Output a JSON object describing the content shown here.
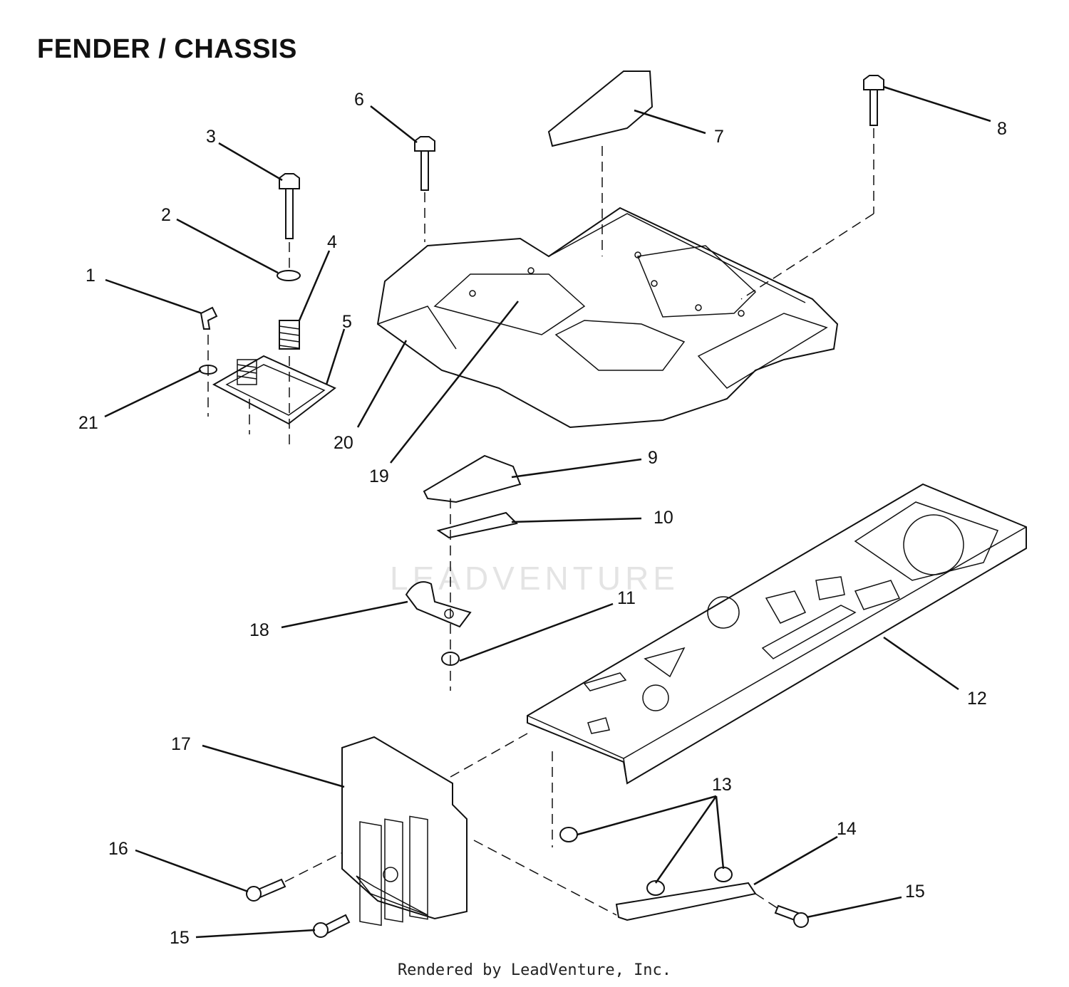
{
  "title": "FENDER / CHASSIS",
  "footer": "Rendered by LeadVenture, Inc.",
  "watermark": "LEADVENTURE",
  "callouts": [
    {
      "id": "1",
      "label": "1"
    },
    {
      "id": "2",
      "label": "2"
    },
    {
      "id": "3",
      "label": "3"
    },
    {
      "id": "4",
      "label": "4"
    },
    {
      "id": "5",
      "label": "5"
    },
    {
      "id": "6",
      "label": "6"
    },
    {
      "id": "7",
      "label": "7"
    },
    {
      "id": "8",
      "label": "8"
    },
    {
      "id": "9",
      "label": "9"
    },
    {
      "id": "10",
      "label": "10"
    },
    {
      "id": "11",
      "label": "11"
    },
    {
      "id": "12",
      "label": "12"
    },
    {
      "id": "13",
      "label": "13"
    },
    {
      "id": "14",
      "label": "14"
    },
    {
      "id": "15a",
      "label": "15"
    },
    {
      "id": "15b",
      "label": "15"
    },
    {
      "id": "16",
      "label": "16"
    },
    {
      "id": "17",
      "label": "17"
    },
    {
      "id": "18",
      "label": "18"
    },
    {
      "id": "19",
      "label": "19"
    },
    {
      "id": "20",
      "label": "20"
    },
    {
      "id": "21",
      "label": "21"
    }
  ]
}
